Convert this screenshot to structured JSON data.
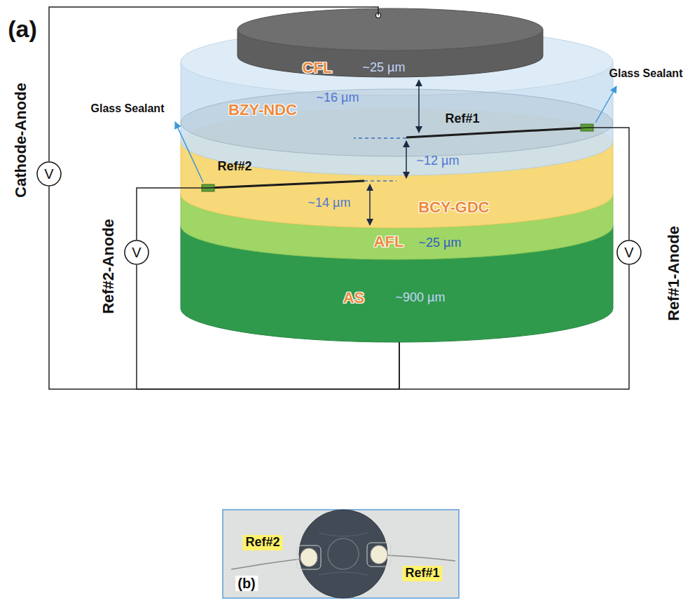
{
  "diagram": {
    "nodes": [
      {
        "text": [
          "CFL",
          "~25 µm"
        ]
      },
      {
        "text": [
          "BZY-NDC",
          "~16 µm"
        ]
      },
      {
        "text": [
          "BCY-GDC"
        ]
      },
      {
        "text": [
          "AFL",
          "~25 µm"
        ]
      },
      {
        "text": [
          "AS",
          "~900 µm"
        ]
      },
      {
        "text": [
          "V"
        ]
      },
      {
        "text": [
          "V"
        ]
      },
      {
        "text": [
          "V"
        ]
      }
    ],
    "edges": [
      {
        "from": 5,
        "to": 0,
        "arrow": "none"
      },
      {
        "from": 5,
        "to": 4,
        "arrow": "none"
      },
      {
        "from": 6,
        "to": 2,
        "arrow": "none"
      },
      {
        "from": 6,
        "to": 4,
        "arrow": "none"
      },
      {
        "from": 7,
        "to": 1,
        "arrow": "none"
      },
      {
        "from": 7,
        "to": 4,
        "arrow": "none"
      }
    ],
    "labels": [
      "(a)",
      "Glass Sealant",
      "Ref#1",
      "Glass Sealant",
      "Ref#2",
      "~12 µm",
      "~14 µm",
      "Cathode-Anode",
      "Ref#2-Anode",
      "Ref#1-Anode",
      "Ref#2",
      "Ref#1",
      "(b)"
    ]
  }
}
